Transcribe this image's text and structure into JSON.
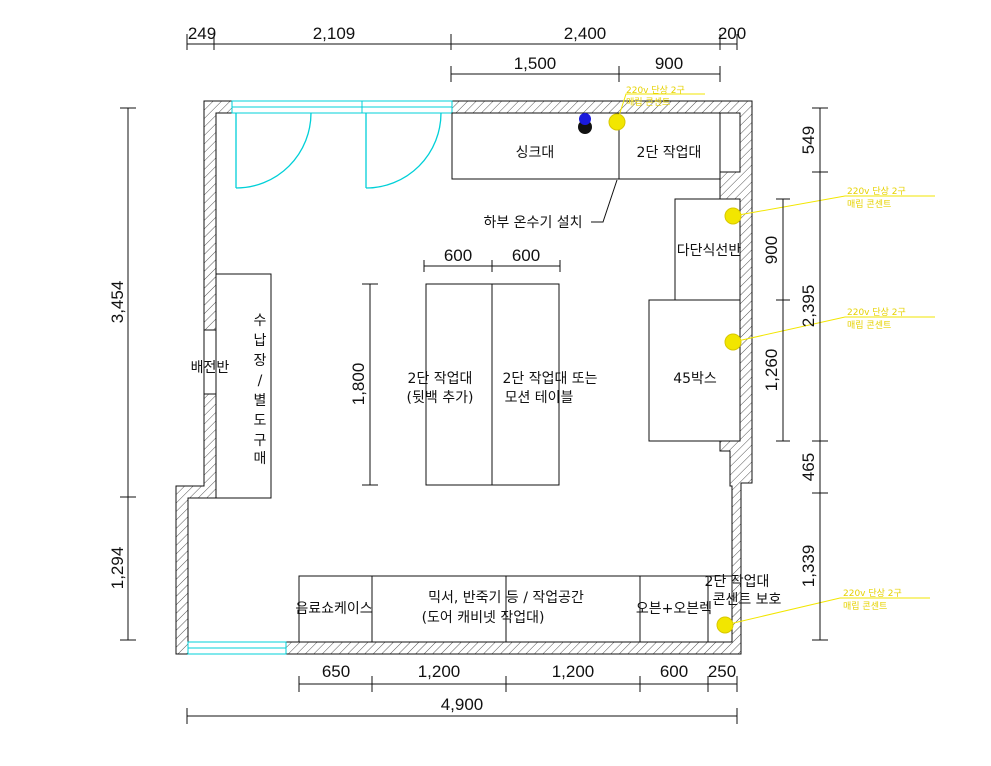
{
  "dims": {
    "top_row1": [
      "249",
      "2,109",
      "2,400",
      "200"
    ],
    "top_row2": [
      "1,500",
      "900"
    ],
    "left": [
      "3,454",
      "1,294"
    ],
    "right": [
      "549",
      "900",
      "2,395",
      "1,260",
      "465",
      "1,339"
    ],
    "center_width": [
      "600",
      "600"
    ],
    "center_height": "1,800",
    "bottom_row1": [
      "650",
      "1,200",
      "1,200",
      "600",
      "250"
    ],
    "bottom_total": "4,900"
  },
  "labels": {
    "sink": "싱크대",
    "work2_top": "2단 작업대",
    "water_heater": "하부 온수기 설치",
    "shelf": "다단식선반",
    "box45": "45박스",
    "panel": "배전반",
    "storage": [
      "수",
      "납",
      "장",
      "/",
      "별",
      "도",
      "구",
      "매"
    ],
    "center_left": [
      "2단 작업대",
      "(뒷백 추가)"
    ],
    "center_right": [
      "2단 작업대 또는",
      "모션 테이블"
    ],
    "drinks": "음료쇼케이스",
    "mixer": [
      "믹서, 반죽기 등 / 작업공간",
      "(도어 캐비넷 작업대)"
    ],
    "oven": "오븐+오븐렉",
    "work2_br": [
      "2단 작업대",
      "콘센트 보호"
    ]
  },
  "notes": [
    [
      "220v 단상 2구",
      "매립 콘센트"
    ],
    [
      "220v 단상 2구",
      "매립 콘센트"
    ],
    [
      "220v 단상 2구",
      "매립 콘센트"
    ],
    [
      "220v 단상 2구",
      "매립 콘센트"
    ]
  ],
  "colors": {
    "line": "#111111",
    "door": "#00d0d8",
    "outlet": "#f2e600",
    "note": "#e6d200",
    "faucet": "#1a1adc"
  }
}
